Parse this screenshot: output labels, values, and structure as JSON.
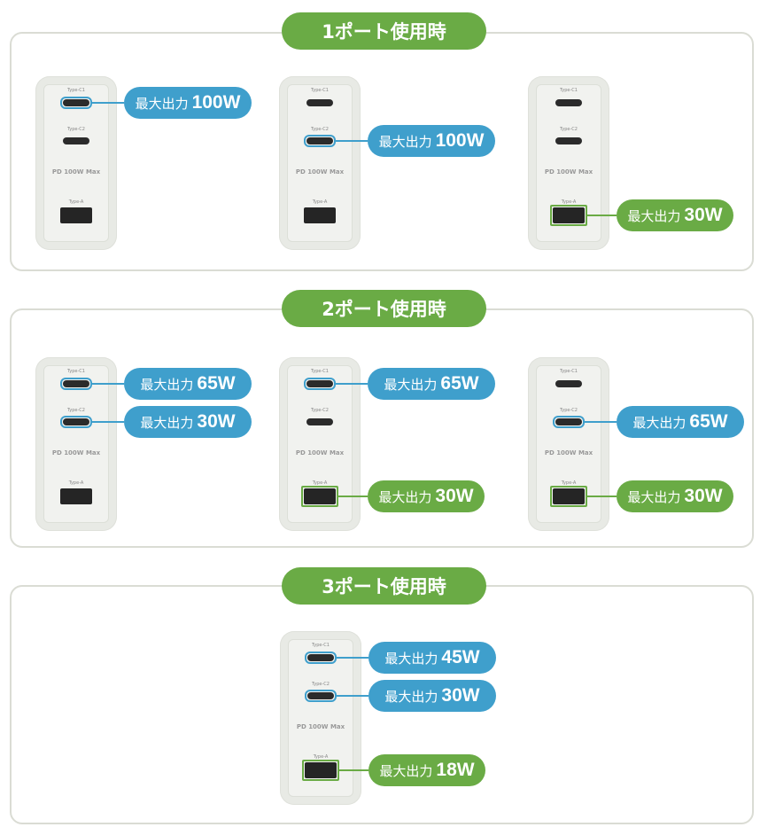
{
  "colors": {
    "blue": "#3f9fcc",
    "green": "#6aab45"
  },
  "charger_text": {
    "c1": "Type-C1",
    "c2": "Type-C2",
    "a": "Type-A",
    "pd": "PD 100W Max"
  },
  "output_prefix": "最大出力",
  "sections": [
    {
      "title": "1ポート使用時",
      "chargers": [
        {
          "ports": [
            {
              "port": "c1",
              "value": "100W",
              "color": "blue"
            }
          ]
        },
        {
          "ports": [
            {
              "port": "c2",
              "value": "100W",
              "color": "blue"
            }
          ]
        },
        {
          "ports": [
            {
              "port": "a",
              "value": "30W",
              "color": "green"
            }
          ]
        }
      ]
    },
    {
      "title": "2ポート使用時",
      "chargers": [
        {
          "ports": [
            {
              "port": "c1",
              "value": "65W",
              "color": "blue"
            },
            {
              "port": "c2",
              "value": "30W",
              "color": "blue"
            }
          ]
        },
        {
          "ports": [
            {
              "port": "c1",
              "value": "65W",
              "color": "blue"
            },
            {
              "port": "a",
              "value": "30W",
              "color": "green"
            }
          ]
        },
        {
          "ports": [
            {
              "port": "c2",
              "value": "65W",
              "color": "blue"
            },
            {
              "port": "a",
              "value": "30W",
              "color": "green"
            }
          ]
        }
      ]
    },
    {
      "title": "3ポート使用時",
      "chargers": [
        {
          "ports": [
            {
              "port": "c1",
              "value": "45W",
              "color": "blue"
            },
            {
              "port": "c2",
              "value": "30W",
              "color": "blue"
            },
            {
              "port": "a",
              "value": "18W",
              "color": "green"
            }
          ]
        }
      ]
    }
  ]
}
